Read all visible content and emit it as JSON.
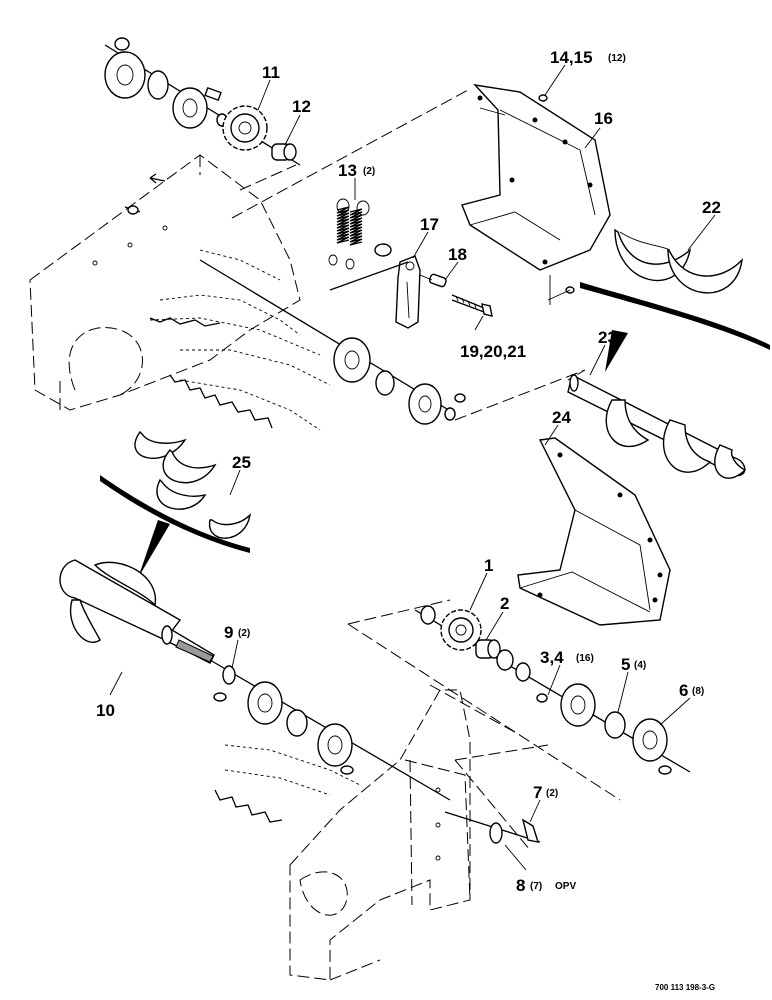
{
  "diagram": {
    "labels": {
      "p1": "1",
      "p2": "2",
      "p3_4": "3,4",
      "p5": "5",
      "p6": "6",
      "p7": "7",
      "p8": "8",
      "p9": "9",
      "p10": "10",
      "p11": "11",
      "p12": "12",
      "p13": "13",
      "p14_15": "14,15",
      "p16": "16",
      "p17": "17",
      "p18": "18",
      "p19_21": "19,20,21",
      "p22": "22",
      "p23": "23",
      "p24": "24",
      "p25": "25"
    },
    "quantities": {
      "p3_4": "(16)",
      "p5": "(4)",
      "p6": "(8)",
      "p7": "(2)",
      "p8": "(7)",
      "p9": "(2)",
      "p13": "(2)",
      "p14_15": "(12)"
    },
    "notes": {
      "p8_suffix": "OPV"
    },
    "document_number": "700 113 198-3-G"
  }
}
